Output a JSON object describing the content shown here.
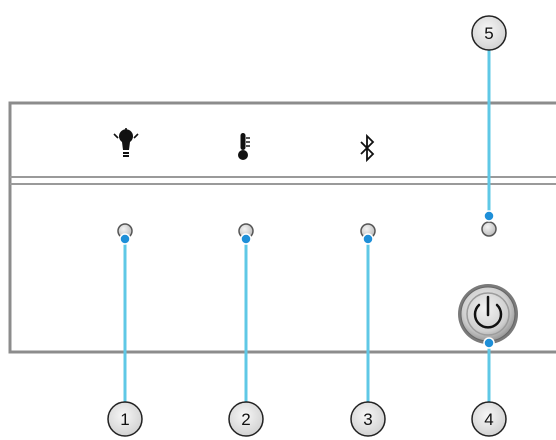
{
  "panel": {
    "icons": [
      {
        "icon": "lamp-icon"
      },
      {
        "icon": "thermometer-icon"
      },
      {
        "icon": "bluetooth-icon"
      }
    ]
  },
  "callouts": [
    {
      "number": "1",
      "target": "lamp-led"
    },
    {
      "number": "2",
      "target": "temperature-led"
    },
    {
      "number": "3",
      "target": "bluetooth-led"
    },
    {
      "number": "4",
      "target": "power-button"
    },
    {
      "number": "5",
      "target": "power-led"
    }
  ],
  "colors": {
    "panel_line": "#8c8c8c",
    "leader_line": "#5fc8e6",
    "leader_dot": "#1e8fd8",
    "led_fill": "#d9d9d9",
    "callout_fill": "#e6e6e6",
    "button_fill": "#c8c8c8"
  }
}
